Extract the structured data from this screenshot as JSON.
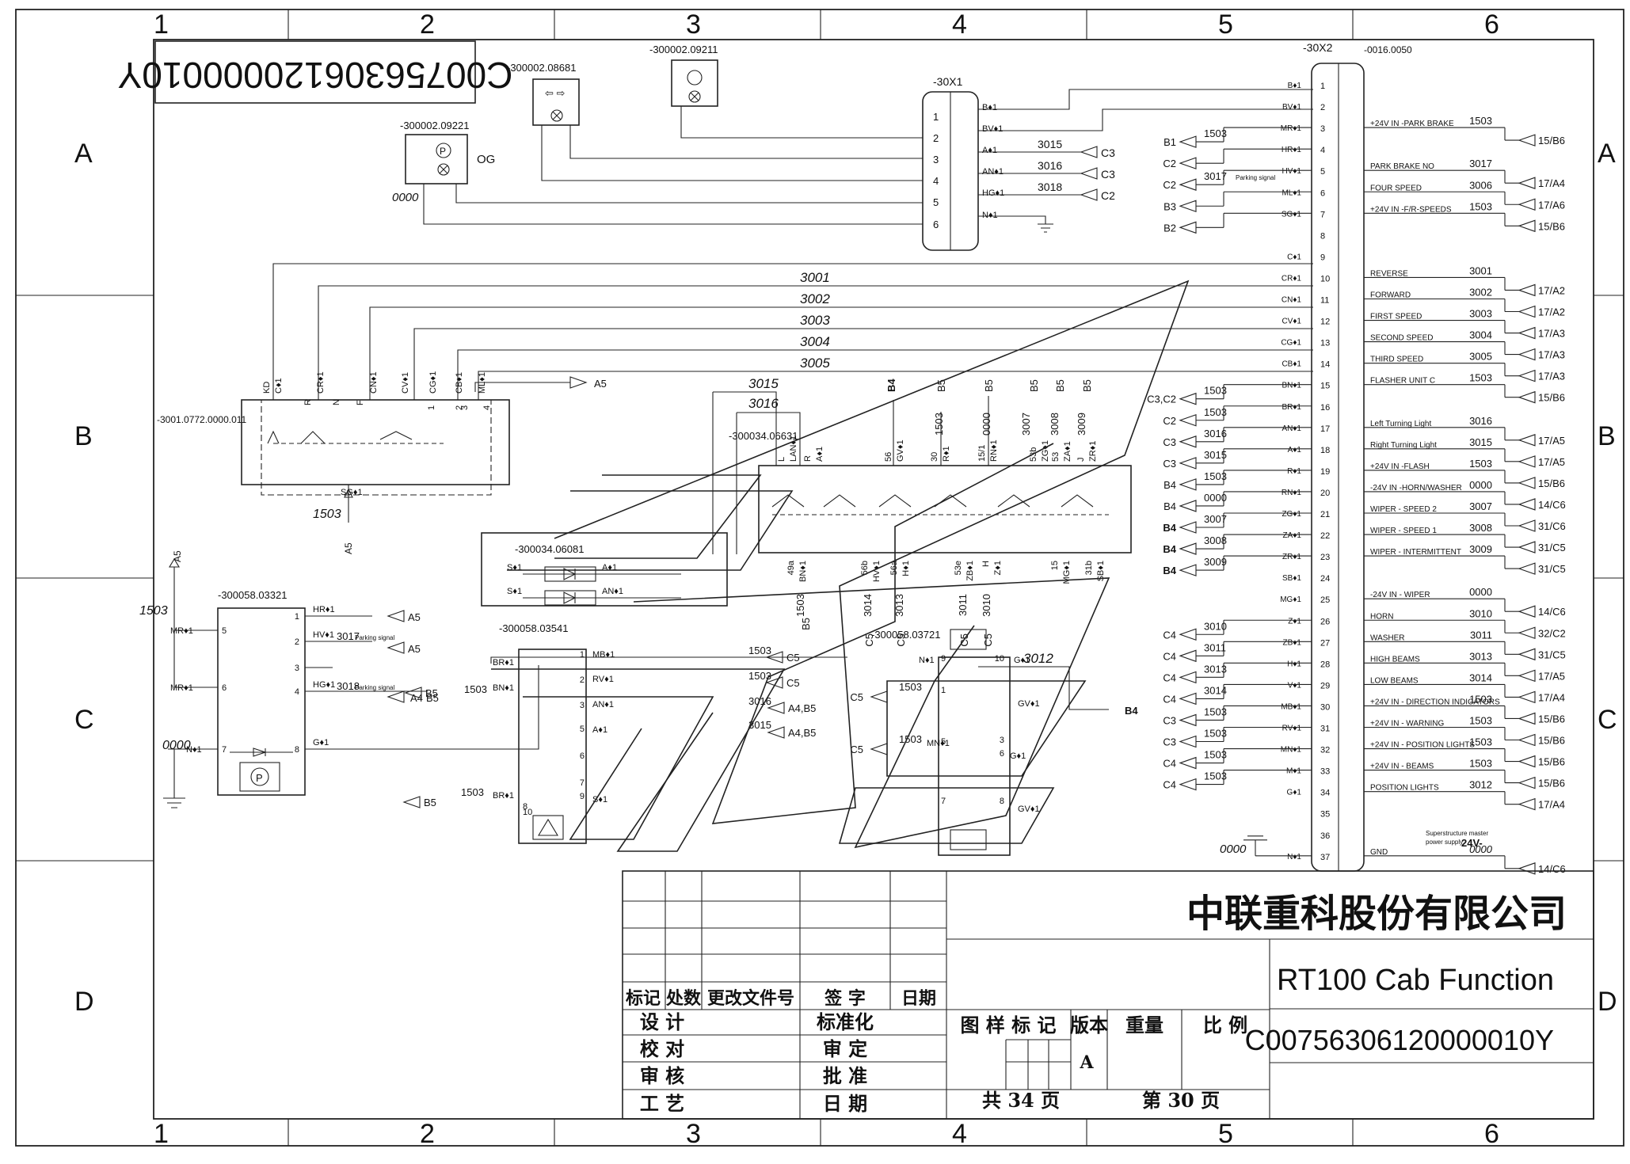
{
  "drawing_code_rotated": "C00756306120000010Y",
  "border": {
    "columns": [
      "1",
      "2",
      "3",
      "4",
      "5",
      "6"
    ],
    "rows": [
      "A",
      "B",
      "C",
      "D"
    ]
  },
  "lamps": [
    {
      "code": "-300002.09221",
      "tag": "OG"
    },
    {
      "code": "-300002.08681"
    },
    {
      "code": "-300002.09211"
    }
  ],
  "x1": {
    "name": "-30X1",
    "pins": [
      "1",
      "2",
      "3",
      "4",
      "5",
      "6"
    ],
    "wires": [
      "B♦1",
      "BV♦1",
      "A♦1",
      "AN♦1",
      "HG♦1",
      "N♦1"
    ],
    "numbers": [
      "3015",
      "3016",
      "3018"
    ],
    "refs": [
      "C3",
      "C3",
      "C2"
    ]
  },
  "x2": {
    "name": "-30X2",
    "code": "-0016.0050",
    "pins": [
      "1",
      "2",
      "3",
      "4",
      "5",
      "6",
      "7",
      "8",
      "9",
      "10",
      "11",
      "12",
      "13",
      "14",
      "15",
      "16",
      "17",
      "18",
      "19",
      "20",
      "21",
      "22",
      "23",
      "24",
      "25",
      "26",
      "27",
      "28",
      "29",
      "30",
      "31",
      "32",
      "33",
      "34",
      "35",
      "36",
      "37"
    ],
    "wires": [
      "B♦1",
      "BV♦1",
      "MR♦1",
      "HR♦1",
      "HV♦1",
      "ML♦1",
      "SG♦1",
      "",
      "C♦1",
      "CR♦1",
      "CN♦1",
      "CV♦1",
      "CG♦1",
      "CB♦1",
      "BN♦1",
      "BR♦1",
      "AN♦1",
      "A♦1",
      "R♦1",
      "RN♦1",
      "ZG♦1",
      "ZA♦1",
      "ZR♦1",
      "SB♦1",
      "MG♦1",
      "Z♦1",
      "ZB♦1",
      "H♦1",
      "V♦1",
      "MB♦1",
      "RV♦1",
      "MN♦1",
      "M♦1",
      "G♦1",
      "",
      "",
      "N♦1"
    ],
    "left_refs": [
      {
        "ref": "B1",
        "num": "1503"
      },
      {
        "ref": "C2",
        "num": ""
      },
      {
        "ref": "C2",
        "num": "3017",
        "note": "Parking signal"
      },
      {
        "ref": "B3",
        "num": ""
      },
      {
        "ref": "B2",
        "num": ""
      },
      {
        "ref": "C3,C2",
        "num": "1503"
      },
      {
        "ref": "C2",
        "num": "1503"
      },
      {
        "ref": "C3",
        "num": "3016"
      },
      {
        "ref": "C3",
        "num": "3015"
      },
      {
        "ref": "B4",
        "num": "1503"
      },
      {
        "ref": "B4",
        "num": "0000"
      },
      {
        "ref": "B4",
        "num": "3007"
      },
      {
        "ref": "B4",
        "num": "3008"
      },
      {
        "ref": "B4",
        "num": "3009"
      },
      {
        "ref": "C4",
        "num": "3010"
      },
      {
        "ref": "C4",
        "num": "3011"
      },
      {
        "ref": "C4",
        "num": "3013"
      },
      {
        "ref": "C4",
        "num": "3014"
      },
      {
        "ref": "C3",
        "num": "1503"
      },
      {
        "ref": "C3",
        "num": "1503"
      },
      {
        "ref": "C4",
        "num": "1503"
      },
      {
        "ref": "C4",
        "num": "1503"
      }
    ],
    "gnd_num": "0000",
    "functions": [
      {
        "pin": 3,
        "label": "+24V IN -PARK BRAKE",
        "num": "1503",
        "ref": "15/B6"
      },
      {
        "pin": 5,
        "label": "PARK BRAKE NO",
        "num": "3017",
        "ref": "17/A4"
      },
      {
        "pin": 6,
        "label": "FOUR SPEED",
        "num": "3006",
        "ref": "17/A6"
      },
      {
        "pin": 7,
        "label": "+24V IN -F/R-SPEEDS",
        "num": "1503",
        "ref": "15/B6"
      },
      {
        "pin": 10,
        "label": "REVERSE",
        "num": "3001",
        "ref": "17/A2"
      },
      {
        "pin": 11,
        "label": "FORWARD",
        "num": "3002",
        "ref": "17/A2"
      },
      {
        "pin": 12,
        "label": "FIRST SPEED",
        "num": "3003",
        "ref": "17/A3"
      },
      {
        "pin": 13,
        "label": "SECOND SPEED",
        "num": "3004",
        "ref": "17/A3"
      },
      {
        "pin": 14,
        "label": "THIRD SPEED",
        "num": "3005",
        "ref": "17/A3"
      },
      {
        "pin": 15,
        "label": "FLASHER UNIT C",
        "num": "1503",
        "ref": "15/B6"
      },
      {
        "pin": 17,
        "label": "Left Turning Light",
        "num": "3016",
        "ref": "17/A5"
      },
      {
        "pin": 18,
        "label": "Right Turning Light",
        "num": "3015",
        "ref": "17/A5"
      },
      {
        "pin": 19,
        "label": "+24V IN -FLASH",
        "num": "1503",
        "ref": "15/B6"
      },
      {
        "pin": 20,
        "label": "-24V IN -HORN/WASHER",
        "num": "0000",
        "ref": "14/C6"
      },
      {
        "pin": 21,
        "label": "WIPER - SPEED 2",
        "num": "3007",
        "ref": "31/C6"
      },
      {
        "pin": 22,
        "label": "WIPER - SPEED 1",
        "num": "3008",
        "ref": "31/C5"
      },
      {
        "pin": 23,
        "label": "WIPER - INTERMITTENT",
        "num": "3009",
        "ref": "31/C5"
      },
      {
        "pin": 25,
        "label": "-24V IN - WIPER",
        "num": "0000",
        "ref": "14/C6"
      },
      {
        "pin": 26,
        "label": "HORN",
        "num": "3010",
        "ref": "32/C2"
      },
      {
        "pin": 27,
        "label": "WASHER",
        "num": "3011",
        "ref": "31/C5"
      },
      {
        "pin": 28,
        "label": "HIGH BEAMS",
        "num": "3013",
        "ref": "17/A5"
      },
      {
        "pin": 29,
        "label": "LOW BEAMS",
        "num": "3014",
        "ref": "17/A4"
      },
      {
        "pin": 30,
        "label": "+24V IN - DIRECTION INDICATORS",
        "num": "1503",
        "ref": "15/B6"
      },
      {
        "pin": 31,
        "label": "+24V IN - WARNING",
        "num": "1503",
        "ref": "15/B6"
      },
      {
        "pin": 32,
        "label": "+24V IN - POSITION LIGHTS",
        "num": "1503",
        "ref": "15/B6"
      },
      {
        "pin": 33,
        "label": "+24V IN - BEAMS",
        "num": "1503",
        "ref": "15/B6"
      },
      {
        "pin": 34,
        "label": "POSITION LIGHTS",
        "num": "3012",
        "ref": "17/A4"
      },
      {
        "pin": 37,
        "label": "GND",
        "num": "0000",
        "ref": "14/C6",
        "note1": "Superstructure master",
        "note2": "power supply",
        "note3": "24V-"
      }
    ]
  },
  "bus_wires": [
    "3001",
    "3002",
    "3003",
    "3004",
    "3005"
  ],
  "shifter": {
    "code": "-3001.0772.0000.011",
    "terms": [
      "KD",
      "C♦1",
      "R",
      "CR♦1",
      "N",
      "F",
      "CN♦1",
      "CV♦1",
      "CG♦1",
      "CB♦1",
      "ML♦1",
      "1",
      "2",
      "3",
      "4"
    ],
    "sg": "SG♦1",
    "num": "1503",
    "refs": [
      "A5",
      "A5"
    ]
  },
  "combi": {
    "code": "-300034.06631",
    "wire_nums": [
      "3015",
      "3016"
    ],
    "top_terms": [
      "L",
      "LAN♦1",
      "R",
      "A♦1",
      "56",
      "GV♦1",
      "30",
      "R♦1",
      "15/1",
      "RN♦1",
      "53b",
      "ZG♦1",
      "53",
      "ZA♦1",
      "J",
      "ZR♦1"
    ],
    "top_refs": [
      "B4",
      "B5",
      "B5",
      "B5",
      "B5",
      "B5"
    ],
    "top_nums": [
      "1503",
      "0000",
      "3007",
      "3008",
      "3009"
    ],
    "bottom_terms": [
      "49a",
      "BN♦1",
      "56b",
      "HV♦1",
      "56a",
      "H♦1",
      "53e",
      "ZB♦1",
      "H",
      "Z♦1",
      "15",
      "MG♦1",
      "31b",
      "SB♦1"
    ],
    "bottom_nums": [
      "1503",
      "3014",
      "3013",
      "3011",
      "3010"
    ],
    "bottom_refs": [
      "B5",
      "C5",
      "C5",
      "C5",
      "C5"
    ]
  },
  "diodes": {
    "code": "-300034.06081",
    "labels": [
      "S♦1",
      "A♦1",
      "S♦1",
      "AN♦1"
    ]
  },
  "relay": {
    "code": "-300058.03321",
    "in_label": "A5",
    "num": "1503",
    "pins": [
      "1",
      "2",
      "3",
      "4",
      "5",
      "6",
      "7",
      "8"
    ],
    "wires": [
      "HR♦1",
      "HV♦1",
      "HG♦1",
      "G♦1",
      "MR♦1",
      "MR♦1",
      "N♦1"
    ],
    "nums": [
      "3017",
      "3018"
    ],
    "notes": [
      "Parking signal",
      "Parking signal"
    ],
    "refs": [
      "A5",
      "A5",
      "A4",
      "B5"
    ],
    "gnd_num": "0000"
  },
  "hazard": {
    "code": "-300058.03541",
    "pins": [
      "1",
      "2",
      "3",
      "5",
      "6",
      "7",
      "9",
      "10",
      "8"
    ],
    "wires": [
      "MB♦1",
      "RV♦1",
      "AN♦1",
      "BR♦1",
      "BN♦1",
      "A♦1",
      "S♦1",
      "BR♦1"
    ],
    "nums": [
      "1503",
      "1503",
      "3016",
      "3015",
      "1503",
      "1503"
    ],
    "refs": [
      "C5",
      "C5",
      "A4,B5",
      "A4,B5",
      "B5",
      "B5"
    ]
  },
  "lightsw": {
    "code": "-300058.03721",
    "num": "3012",
    "pins": [
      "9",
      "10",
      "1",
      "3",
      "5",
      "6",
      "7",
      "8"
    ],
    "wires": [
      "N♦1",
      "G♦1",
      "GV♦1",
      "G♦1",
      "GV♦1",
      "MN♦1"
    ],
    "nums": [
      "1503",
      "1503"
    ],
    "refs": [
      "C5",
      "C5",
      "B4"
    ]
  },
  "title_block": {
    "company": "中联重科股份有限公司",
    "title": "RT100 Cab Function",
    "code": "C00756306120000010Y",
    "rev_headers": [
      "标记",
      "处数",
      "更改文件号",
      "签 字",
      "日期"
    ],
    "left_labels": [
      "设 计",
      "校 对",
      "审 核",
      "工 艺"
    ],
    "mid_labels": [
      "标准化",
      "审 定",
      "批 准",
      "日 期"
    ],
    "sheet_headers": [
      "图 样 标 记",
      "版本",
      "重量",
      "比 例"
    ],
    "version": "A",
    "total_label": "共 34 页",
    "page_label": "第 30 页"
  }
}
